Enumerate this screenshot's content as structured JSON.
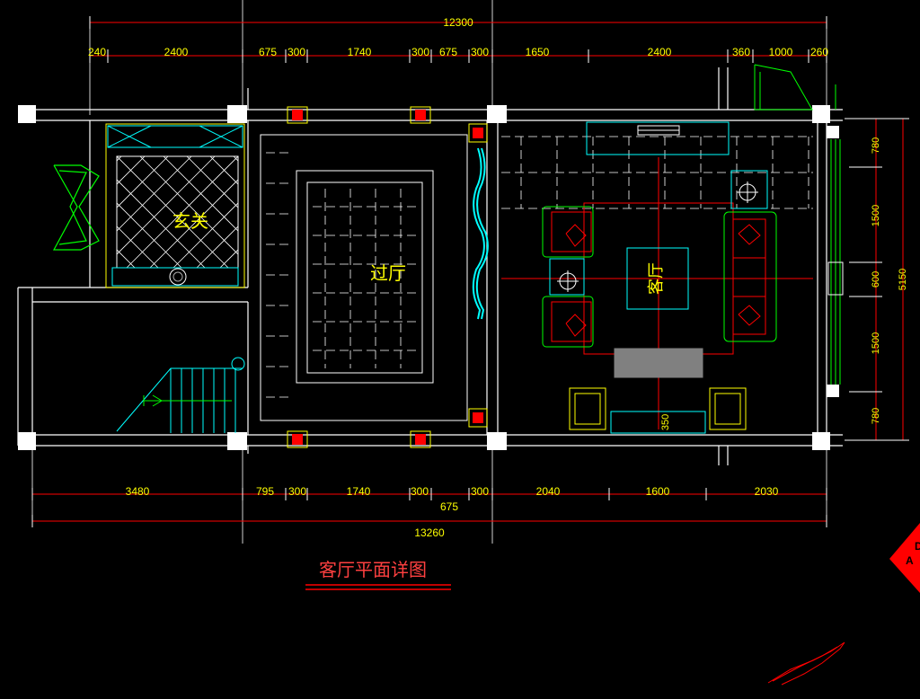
{
  "drawing": {
    "title": "客厅平面详图",
    "rooms": {
      "entry": "玄关",
      "hall": "过厅",
      "living": "客厅"
    },
    "dims_top_total": "12300",
    "dims_top": [
      "240",
      "2400",
      "675",
      "300",
      "1740",
      "300",
      "675",
      "300",
      "1650",
      "2400",
      "360",
      "1000",
      "260"
    ],
    "dims_bottom": [
      "3480",
      "795",
      "300",
      "1740",
      "300",
      "300",
      "2040",
      "1600",
      "2030"
    ],
    "dims_bottom_extra": "675",
    "dims_bottom_total": "13260",
    "dims_right": [
      "780",
      "1500",
      "600",
      "1500",
      "780"
    ],
    "dims_right_total": "5150",
    "dim_table_gap": "350",
    "section_tag_letters": [
      "A",
      "D"
    ],
    "colors": {
      "dimension": "#ffff00",
      "wall": "#ffffff",
      "dim_line": "#ff0000",
      "cyan": "#00ffff",
      "green": "#00ff00",
      "red": "#ff0000",
      "grey": "#808080"
    }
  }
}
